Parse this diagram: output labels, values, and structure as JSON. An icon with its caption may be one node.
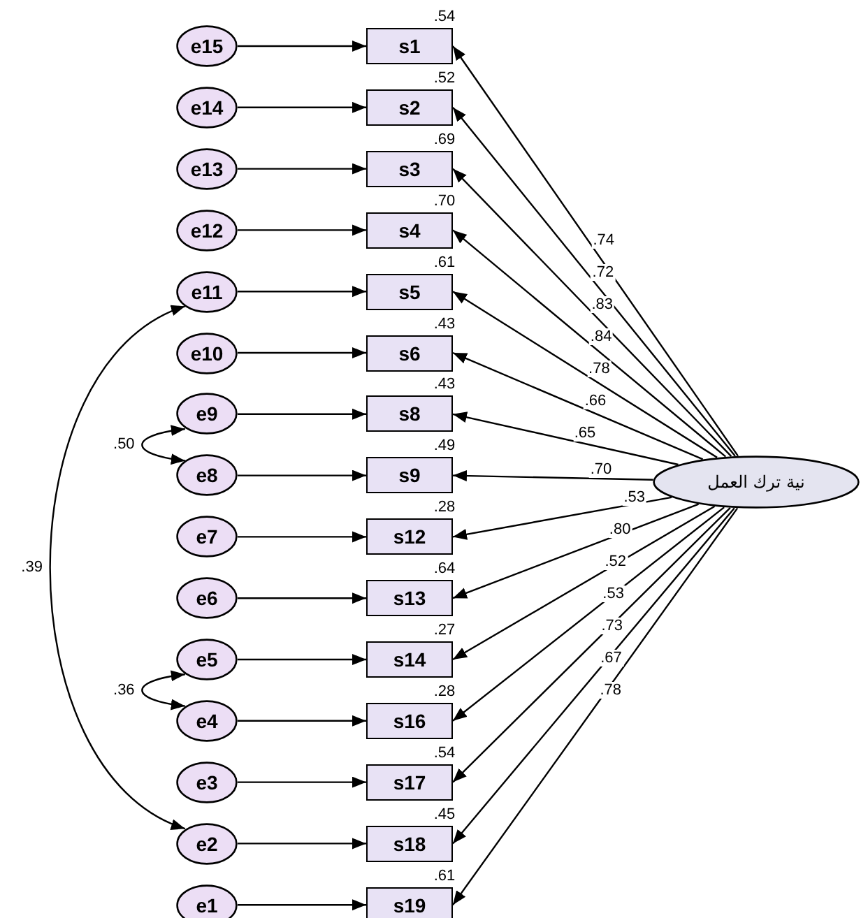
{
  "diagram": {
    "nodes": [
      {
        "text": [
          "e15"
        ]
      },
      {
        "text": [
          "e14"
        ]
      },
      {
        "text": [
          "e13"
        ]
      },
      {
        "text": [
          "e12"
        ]
      },
      {
        "text": [
          "e11"
        ]
      },
      {
        "text": [
          "e10"
        ]
      },
      {
        "text": [
          "e9"
        ]
      },
      {
        "text": [
          "e8"
        ]
      },
      {
        "text": [
          "e7"
        ]
      },
      {
        "text": [
          "e6"
        ]
      },
      {
        "text": [
          "e5"
        ]
      },
      {
        "text": [
          "e4"
        ]
      },
      {
        "text": [
          "e3"
        ]
      },
      {
        "text": [
          "e2"
        ]
      },
      {
        "text": [
          "e1"
        ]
      },
      {
        "text": [
          "s1"
        ],
        "beside": [
          ".54"
        ]
      },
      {
        "text": [
          "s2"
        ],
        "beside": [
          ".52"
        ]
      },
      {
        "text": [
          "s3"
        ],
        "beside": [
          ".69"
        ]
      },
      {
        "text": [
          "s4"
        ],
        "beside": [
          ".70"
        ]
      },
      {
        "text": [
          "s5"
        ],
        "beside": [
          ".61"
        ]
      },
      {
        "text": [
          "s6"
        ],
        "beside": [
          ".43"
        ]
      },
      {
        "text": [
          "s8"
        ],
        "beside": [
          ".43"
        ]
      },
      {
        "text": [
          "s9"
        ],
        "beside": [
          ".49"
        ]
      },
      {
        "text": [
          "s12"
        ],
        "beside": [
          ".28"
        ]
      },
      {
        "text": [
          "s13"
        ],
        "beside": [
          ".64"
        ]
      },
      {
        "text": [
          "s14"
        ],
        "beside": [
          ".27"
        ]
      },
      {
        "text": [
          "s16"
        ],
        "beside": [
          ".28"
        ]
      },
      {
        "text": [
          "s17"
        ],
        "beside": [
          ".54"
        ]
      },
      {
        "text": [
          "s18"
        ],
        "beside": [
          ".45"
        ]
      },
      {
        "text": [
          "s19"
        ],
        "beside": [
          ".61"
        ]
      },
      {
        "text": [
          "نية ترك العمل"
        ]
      }
    ],
    "edges": [
      {
        "from": 0,
        "to": 15,
        "arrow": "to"
      },
      {
        "from": 1,
        "to": 16,
        "arrow": "to"
      },
      {
        "from": 2,
        "to": 17,
        "arrow": "to"
      },
      {
        "from": 3,
        "to": 18,
        "arrow": "to"
      },
      {
        "from": 4,
        "to": 19,
        "arrow": "to"
      },
      {
        "from": 5,
        "to": 20,
        "arrow": "to"
      },
      {
        "from": 6,
        "to": 21,
        "arrow": "to"
      },
      {
        "from": 7,
        "to": 22,
        "arrow": "to"
      },
      {
        "from": 8,
        "to": 23,
        "arrow": "to"
      },
      {
        "from": 9,
        "to": 24,
        "arrow": "to"
      },
      {
        "from": 10,
        "to": 25,
        "arrow": "to"
      },
      {
        "from": 11,
        "to": 26,
        "arrow": "to"
      },
      {
        "from": 12,
        "to": 27,
        "arrow": "to"
      },
      {
        "from": 13,
        "to": 28,
        "arrow": "to"
      },
      {
        "from": 14,
        "to": 29,
        "arrow": "to"
      },
      {
        "from": 30,
        "to": 15,
        "arrow": "to",
        "label": ".74"
      },
      {
        "from": 30,
        "to": 16,
        "arrow": "to",
        "label": ".72"
      },
      {
        "from": 30,
        "to": 17,
        "arrow": "to",
        "label": ".83"
      },
      {
        "from": 30,
        "to": 18,
        "arrow": "to",
        "label": ".84"
      },
      {
        "from": 30,
        "to": 19,
        "arrow": "to",
        "label": ".78"
      },
      {
        "from": 30,
        "to": 20,
        "arrow": "to",
        "label": ".66"
      },
      {
        "from": 30,
        "to": 21,
        "arrow": "to",
        "label": ".65"
      },
      {
        "from": 30,
        "to": 22,
        "arrow": "to",
        "label": ".70"
      },
      {
        "from": 30,
        "to": 23,
        "arrow": "to",
        "label": ".53"
      },
      {
        "from": 30,
        "to": 24,
        "arrow": "to",
        "label": ".80"
      },
      {
        "from": 30,
        "to": 25,
        "arrow": "to",
        "label": ".52"
      },
      {
        "from": 30,
        "to": 26,
        "arrow": "to",
        "label": ".53"
      },
      {
        "from": 30,
        "to": 27,
        "arrow": "to",
        "label": ".73"
      },
      {
        "from": 30,
        "to": 28,
        "arrow": "to",
        "label": ".67"
      },
      {
        "from": 30,
        "to": 29,
        "arrow": "to",
        "label": ".78"
      },
      {
        "from": 6,
        "to": 7,
        "arrow": "both",
        "label": ".50"
      },
      {
        "from": 10,
        "to": 11,
        "arrow": "both",
        "label": ".36"
      },
      {
        "from": 4,
        "to": 13,
        "arrow": "both",
        "label": ".39"
      }
    ]
  }
}
